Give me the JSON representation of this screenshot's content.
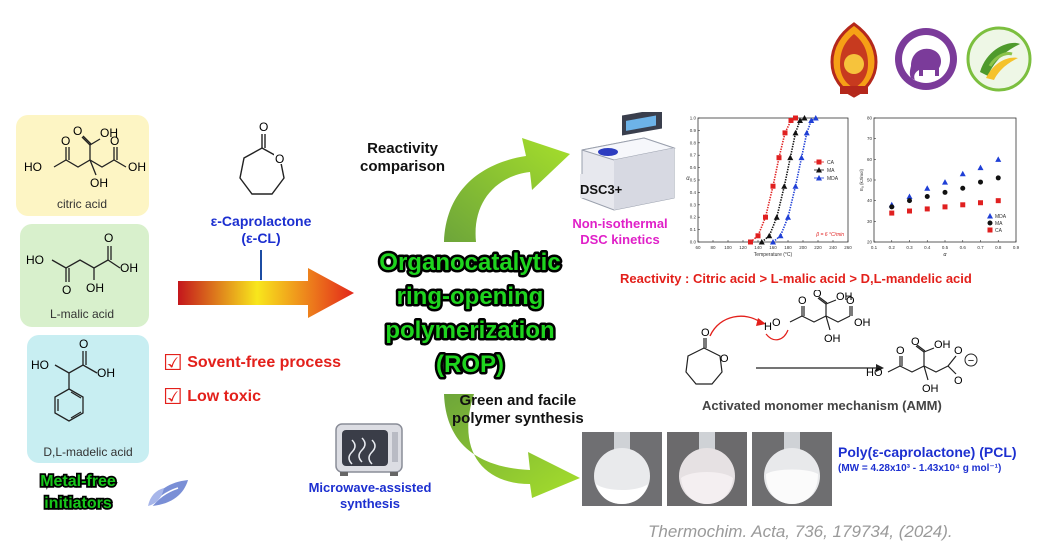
{
  "initiators": {
    "citric": {
      "name": "citric acid",
      "color": "#fdf5c4"
    },
    "malic": {
      "name": "L-malic acid",
      "color": "#d8f0cc"
    },
    "mandelic": {
      "name": "D,L-madelic acid",
      "color": "#c8eef2"
    },
    "caption": "Metal-free initiators",
    "caption_lines": [
      "Metal-free",
      "initiators"
    ]
  },
  "chem_labels": {
    "oh": "OH",
    "ho": "HO",
    "o": "O",
    "h": "H"
  },
  "monomer": {
    "name_line1": "ε-Caprolactone",
    "name_line2": "(ε-CL)"
  },
  "features": {
    "items": [
      "Sovent-free process",
      "Low toxic"
    ],
    "check": "☑"
  },
  "center_title": [
    "Organocatalytic",
    "ring-opening",
    "polymerization",
    "(ROP)"
  ],
  "arrows": {
    "top": [
      "Reactivity",
      "comparison"
    ],
    "bottom": [
      "Green and facile",
      "polymer synthesis"
    ]
  },
  "dsc": {
    "instrument": "DSC3+",
    "label_lines": [
      "Non-isothermal",
      "DSC kinetics"
    ],
    "reactivity": "Reactivity : Citric acid > L-malic acid > D,L-mandelic acid"
  },
  "mechanism": {
    "caption": "Activated monomer mechanism (AMM)",
    "minus": "−"
  },
  "microwave": {
    "label_lines": [
      "Microwave-assisted",
      "synthesis"
    ]
  },
  "product": {
    "line1": "Poly(ε-caprolactone) (PCL)",
    "line2": "(MW = 4.28x10³ - 1.43x10⁴ g mol⁻¹)"
  },
  "citation": "Thermochim. Acta, 736, 179734, (2024).",
  "chart_data": [
    {
      "type": "line",
      "xlabel": "Temperature (°C)",
      "ylabel": "α",
      "xlim": [
        60,
        260
      ],
      "ylim": [
        0,
        1.0
      ],
      "x_ticks": [
        60,
        80,
        100,
        120,
        140,
        160,
        180,
        200,
        220,
        240,
        260
      ],
      "y_ticks": [
        0.0,
        0.1,
        0.2,
        0.3,
        0.4,
        0.5,
        0.6,
        0.7,
        0.8,
        0.9,
        1.0
      ],
      "annotation": "β = 6 °C/min",
      "legend": "upper-right",
      "series": [
        {
          "name": "CA",
          "color": "#e02020",
          "x": [
            130,
            140,
            150,
            160,
            168,
            176,
            184,
            190
          ],
          "y": [
            0.0,
            0.05,
            0.2,
            0.45,
            0.68,
            0.88,
            0.98,
            1.0
          ]
        },
        {
          "name": "MA",
          "color": "#111111",
          "x": [
            145,
            155,
            165,
            175,
            183,
            190,
            196,
            202
          ],
          "y": [
            0.0,
            0.05,
            0.2,
            0.45,
            0.68,
            0.88,
            0.98,
            1.0
          ]
        },
        {
          "name": "MDA",
          "color": "#1f3fd6",
          "x": [
            160,
            170,
            180,
            190,
            198,
            205,
            211,
            217
          ],
          "y": [
            0.0,
            0.05,
            0.2,
            0.45,
            0.68,
            0.88,
            0.98,
            1.0
          ]
        }
      ]
    },
    {
      "type": "scatter",
      "xlabel": "α",
      "ylabel": "Eₐ (kJ/mol)",
      "xlim": [
        0.1,
        0.9
      ],
      "ylim": [
        20,
        80
      ],
      "x_ticks": [
        0.1,
        0.2,
        0.3,
        0.4,
        0.5,
        0.6,
        0.7,
        0.8,
        0.9
      ],
      "y_ticks": [
        20,
        30,
        40,
        50,
        60,
        70,
        80
      ],
      "legend": "lower-right",
      "series": [
        {
          "name": "MDA",
          "color": "#1f3fd6",
          "x": [
            0.2,
            0.3,
            0.4,
            0.5,
            0.6,
            0.7,
            0.8
          ],
          "y": [
            38,
            42,
            46,
            49,
            53,
            56,
            60
          ]
        },
        {
          "name": "MA",
          "color": "#111111",
          "x": [
            0.2,
            0.3,
            0.4,
            0.5,
            0.6,
            0.7,
            0.8
          ],
          "y": [
            37,
            40,
            42,
            44,
            46,
            49,
            51
          ]
        },
        {
          "name": "CA",
          "color": "#e02020",
          "x": [
            0.2,
            0.3,
            0.4,
            0.5,
            0.6,
            0.7,
            0.8
          ],
          "y": [
            34,
            35,
            36,
            37,
            38,
            39,
            40
          ]
        }
      ]
    }
  ]
}
